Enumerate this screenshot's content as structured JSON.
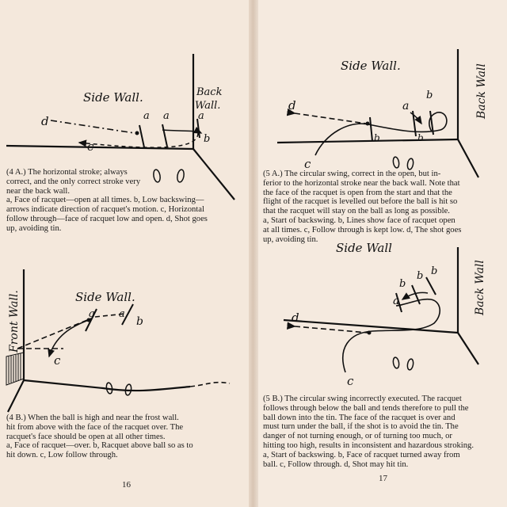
{
  "left_page": {
    "figure_4a": {
      "labels": {
        "side_wall": "Side Wall.",
        "back_wall_1": "Back",
        "back_wall_2": "Wall.",
        "d": "d",
        "a1": "a",
        "a2": "a",
        "a3": "a",
        "b": "b",
        "c": "c"
      },
      "caption": [
        "(4 A.) The horizontal stroke; always",
        "correct, and the only correct stroke very",
        "near the back wall.",
        "a, Face of racquet—open at all times. b, Low backswing—",
        "arrows indicate direction of racquet's motion. c, Horizontal",
        "follow through—face of racquet low and open. d, Shot goes",
        "up, avoiding tin."
      ]
    },
    "figure_4b": {
      "labels": {
        "front_wall": "Front Wall.",
        "side_wall": "Side Wall.",
        "a1": "a",
        "a2": "a",
        "b": "b",
        "c": "c"
      },
      "caption": [
        "(4 B.) When the ball is high and near the frost wall.",
        "hit from above with the face of the racquet over. The",
        "racquet's face should be open at all other times.",
        "a, Face of racquet—over. b, Racquet above ball so as to",
        "hit down. c, Low follow through."
      ]
    },
    "page_number": "16"
  },
  "right_page": {
    "figure_5a": {
      "labels": {
        "side_wall": "Side Wall.",
        "back_wall": "Back Wall",
        "d": "d",
        "a": "a",
        "b1": "b",
        "b2": "b",
        "b3": "b",
        "c": "c"
      },
      "caption": [
        "(5 A.) The circular swing, correct in the open, but in-",
        "ferior to the horizontal stroke near the back wall. Note that",
        "the face of the racquet is open from the start and that the",
        "flight of the racquet is levelled out before the ball is hit so",
        "that the racquet will stay on the ball as long as possible.",
        "a, Start of backswing. b, Lines show face of racquet open",
        "at all times. c, Follow through is kept low. d, The shot goes",
        "up, avoiding tin."
      ]
    },
    "figure_5b": {
      "labels": {
        "side_wall": "Side Wall",
        "back_wall": "Back Wall",
        "d": "d",
        "a": "a",
        "b1": "b",
        "b2": "b",
        "b3": "b",
        "c": "c"
      },
      "caption": [
        "(5 B.) The circular swing incorrectly executed. The racquet",
        "follows through below the ball and tends therefore to pull the",
        "ball down into the tin. The face of the racquet is over and",
        "must turn under the ball, if the shot is to avoid the tin. The",
        "danger of not turning enough, or of turning too much, or",
        "hitting too high, results in inconsistent and hazardous stroking.",
        "a, Start of backswing. b, Face of racquet turned away from",
        "ball. c, Follow through. d, Shot may hit tin."
      ]
    },
    "page_number": "17"
  }
}
